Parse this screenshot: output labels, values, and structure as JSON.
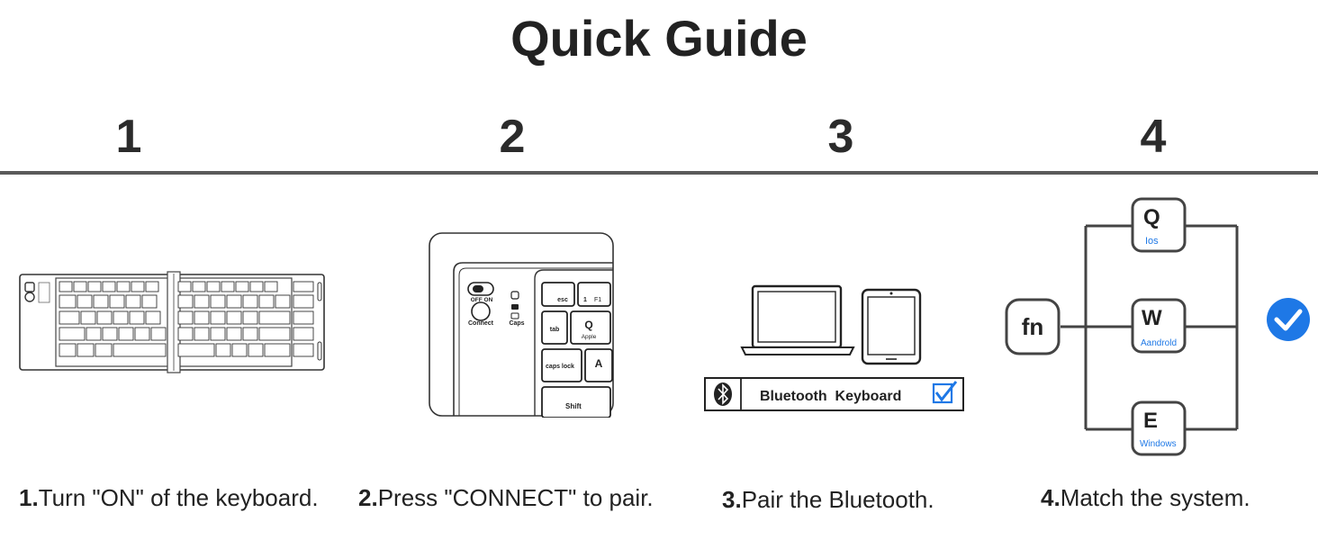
{
  "title": "Quick Guide",
  "steps": [
    {
      "number": "1",
      "caption_num": "1.",
      "caption_text": "Turn \"ON\" of the keyboard."
    },
    {
      "number": "2",
      "caption_num": "2.",
      "caption_text": "Press \"CONNECT\" to pair."
    },
    {
      "number": "3",
      "caption_num": "3.",
      "caption_text": "Pair the Bluetooth."
    },
    {
      "number": "4",
      "caption_num": "4.",
      "caption_text": "Match the system."
    }
  ],
  "step2": {
    "switch_label": "OFF ON",
    "connect_label": "Connect",
    "caps_label": "Caps",
    "keys": {
      "esc": "esc",
      "f1_num": "1",
      "f1": "F1",
      "tab": "tab",
      "q": "Q",
      "q_sub": "Apple",
      "caps": "caps lock",
      "a": "A",
      "shift": "Shift"
    }
  },
  "step3": {
    "device_name": "Bluetooth  Keyboard"
  },
  "step4": {
    "fn_key": "fn",
    "options": [
      {
        "key": "Q",
        "os": "Ios"
      },
      {
        "key": "W",
        "os": "Aandrold"
      },
      {
        "key": "E",
        "os": "Windows"
      }
    ],
    "accent_color": "#1e78e6"
  }
}
